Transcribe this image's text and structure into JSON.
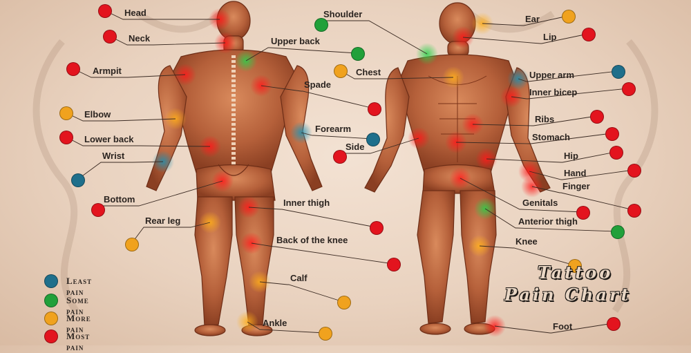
{
  "title": [
    "Tattoo",
    "Pain Chart"
  ],
  "colors": {
    "least": "#1f6f8b",
    "some": "#21a03a",
    "more": "#f0a21e",
    "most": "#e3141e"
  },
  "legend": [
    {
      "label": "Least pain",
      "level": "least"
    },
    {
      "label": "Some pain",
      "level": "some"
    },
    {
      "label": "More pain",
      "level": "more"
    },
    {
      "label": "Most pain",
      "level": "most"
    }
  ],
  "body_parts": {
    "back_view": [
      {
        "label": "Head",
        "level": "most"
      },
      {
        "label": "Neck",
        "level": "most"
      },
      {
        "label": "Armpit",
        "level": "most"
      },
      {
        "label": "Elbow",
        "level": "more"
      },
      {
        "label": "Lower back",
        "level": "most"
      },
      {
        "label": "Wrist",
        "level": "least"
      },
      {
        "label": "Bottom",
        "level": "most"
      },
      {
        "label": "Rear leg",
        "level": "more"
      },
      {
        "label": "Upper back",
        "level": "some"
      },
      {
        "label": "Spade",
        "level": "most"
      },
      {
        "label": "Forearm",
        "level": "least"
      },
      {
        "label": "Inner thigh",
        "level": "most"
      },
      {
        "label": "Back of the knee",
        "level": "most"
      },
      {
        "label": "Calf",
        "level": "more"
      },
      {
        "label": "Ankle",
        "level": "more"
      }
    ],
    "front_view": [
      {
        "label": "Shoulder",
        "level": "some"
      },
      {
        "label": "Chest",
        "level": "more"
      },
      {
        "label": "Side",
        "level": "most"
      },
      {
        "label": "Ear",
        "level": "more"
      },
      {
        "label": "Lip",
        "level": "most"
      },
      {
        "label": "Upper arm",
        "level": "least"
      },
      {
        "label": "Inner bicep",
        "level": "most"
      },
      {
        "label": "Ribs",
        "level": "most"
      },
      {
        "label": "Stomach",
        "level": "most"
      },
      {
        "label": "Hip",
        "level": "most"
      },
      {
        "label": "Hand",
        "level": "most"
      },
      {
        "label": "Finger",
        "level": "most"
      },
      {
        "label": "Genitals",
        "level": "most"
      },
      {
        "label": "Anterior thigh",
        "level": "some"
      },
      {
        "label": "Knee",
        "level": "more"
      },
      {
        "label": "Foot",
        "level": "most"
      }
    ]
  }
}
